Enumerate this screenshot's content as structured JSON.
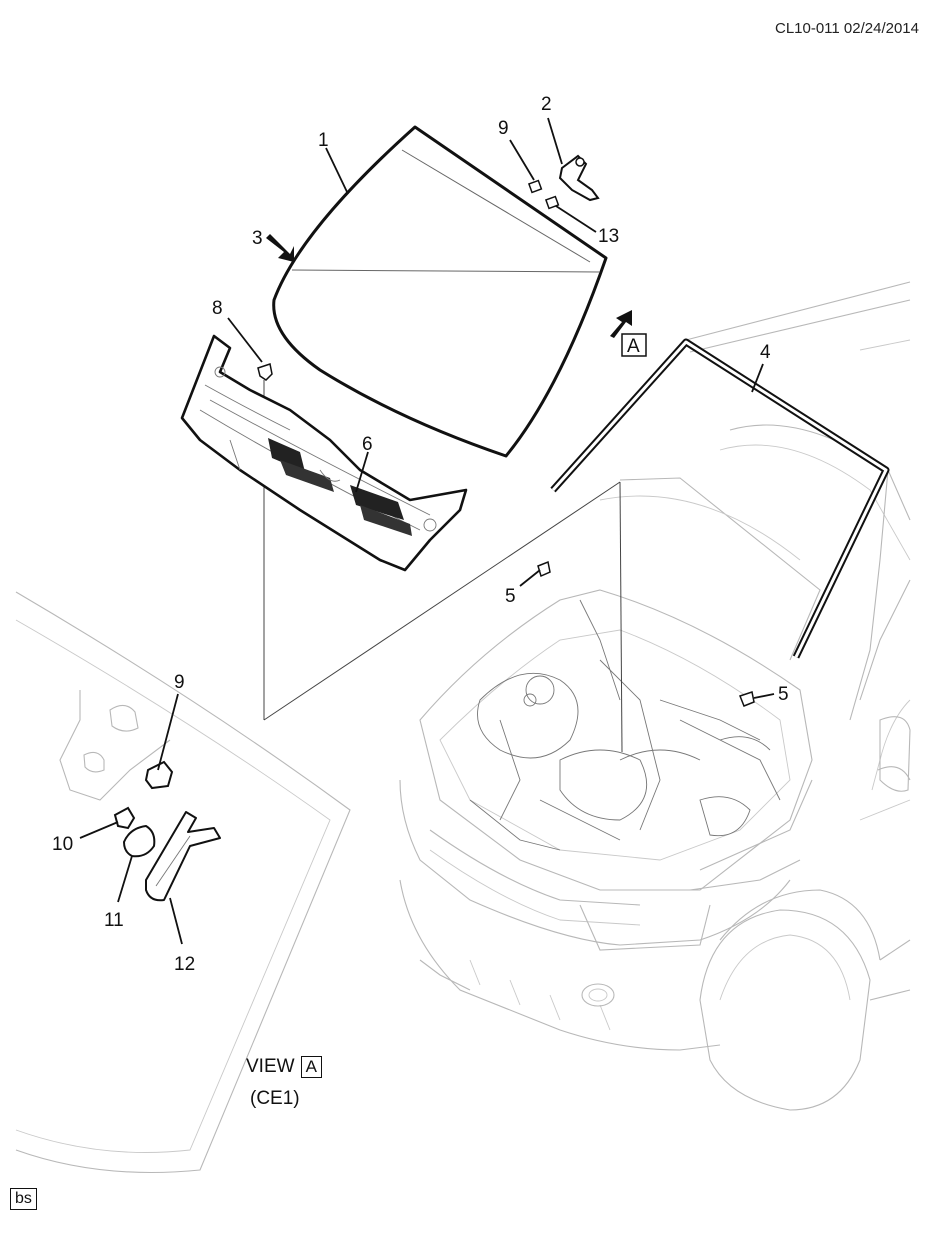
{
  "header": {
    "code": "CL10-011 02/24/2014"
  },
  "callouts": [
    "1",
    "2",
    "3",
    "4",
    "5",
    "5",
    "6",
    "8",
    "9",
    "9",
    "10",
    "11",
    "12",
    "13"
  ],
  "arrow_label": "A",
  "view": {
    "prefix": "VIEW",
    "letter": "A",
    "option": "(CE1)"
  },
  "footer": {
    "badge": "bs"
  }
}
